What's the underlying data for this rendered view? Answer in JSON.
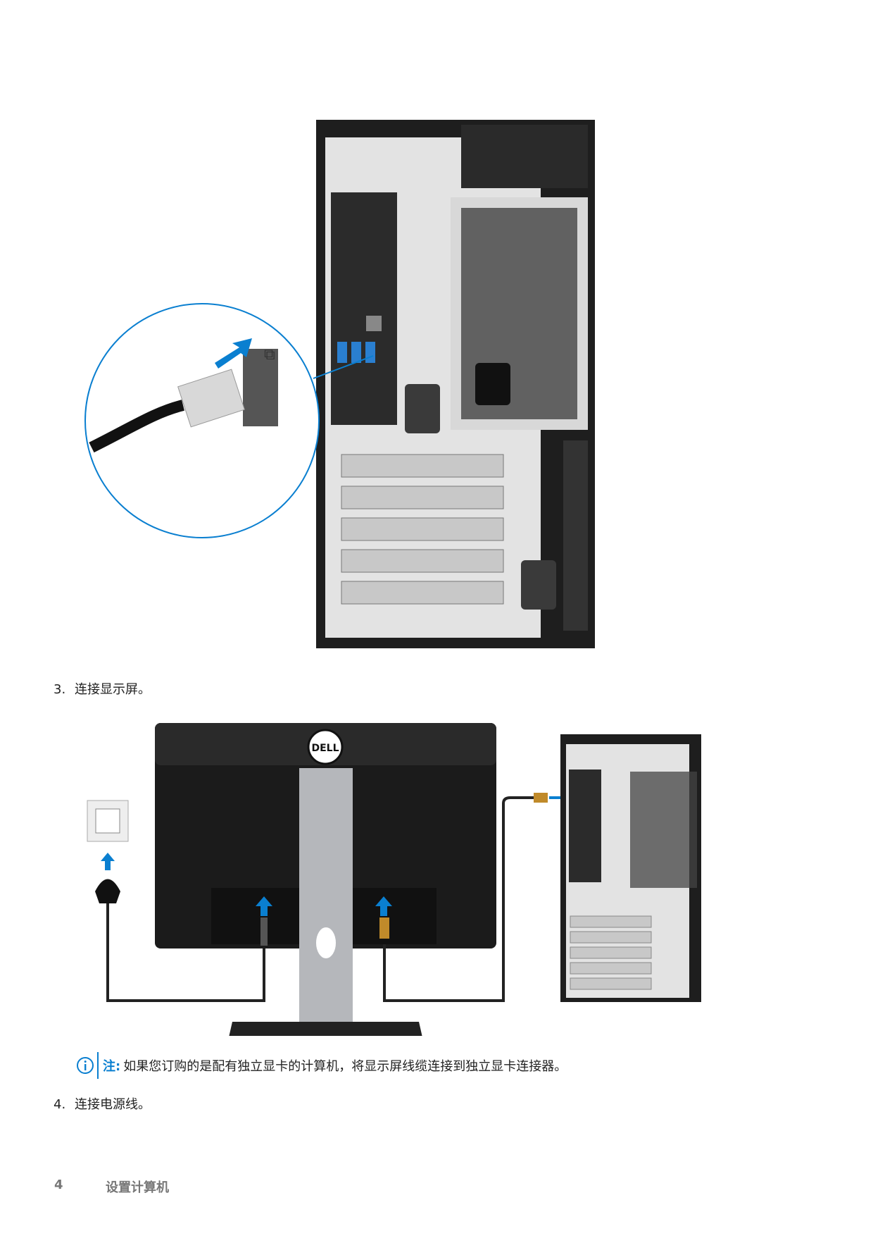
{
  "figure1": {
    "callout_icon": "network-port-icon"
  },
  "steps": [
    {
      "number": "3.",
      "text": "连接显示屏。"
    },
    {
      "number": "4.",
      "text": "连接电源线。"
    }
  ],
  "figure2": {
    "monitor_brand": "DELL"
  },
  "note": {
    "icon": "info-icon",
    "label": "注:",
    "text": "如果您订购的是配有独立显卡的计算机，将显示屏线缆连接到独立显卡连接器。"
  },
  "footer": {
    "page_number": "4",
    "section_title": "设置计算机"
  },
  "colors": {
    "accent": "#0a7fd0",
    "tower": "#1e1e1e",
    "chassis": "#e6e6e6"
  }
}
